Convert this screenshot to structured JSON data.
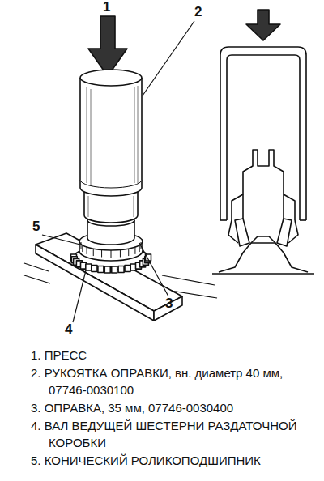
{
  "diagram": {
    "labels": [
      "1",
      "2",
      "5",
      "3",
      "4",
      "1. ПРЕСС",
      "2. РУКОЯТКА ОПРАВКИ, вн. диаметр 40 мм, 07746-0030100",
      "3. ОПРАВКА, 35 мм, 07746-0030400",
      "4. ВАЛ ВЕДУЩЕЙ ШЕСТЕРНИ РАЗДАТОЧНОЙ КОРОБКИ",
      "5. КОНИЧЕСКИЙ РОЛИКОПОДШИПНИК"
    ]
  }
}
